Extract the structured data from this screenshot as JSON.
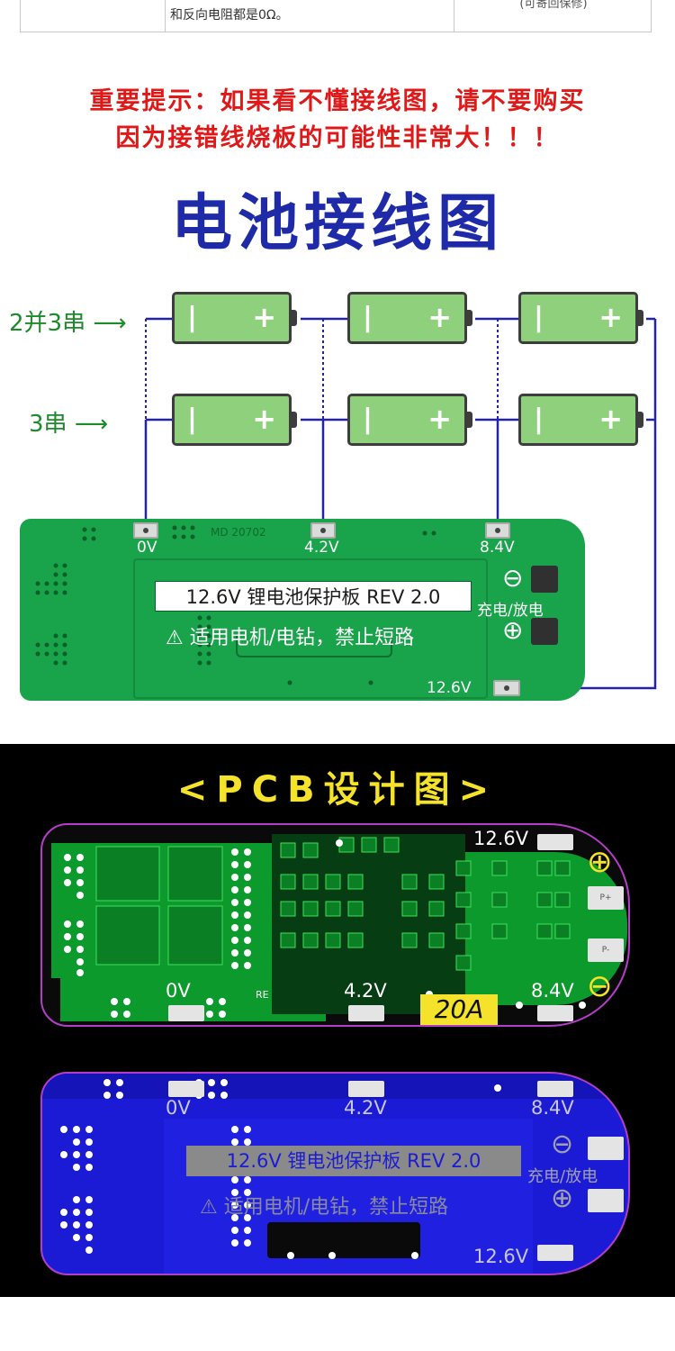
{
  "top_table": {
    "cell_text": "和反向电阻都是0Ω。",
    "right_text": "(可寄回保修)"
  },
  "warning": {
    "line1": "重要提示：如果看不懂接线图，请不要购买",
    "line2": "因为接错线烧板的可能性非常大！！！"
  },
  "diagram": {
    "title": "电池接线图",
    "label_2p3s": "2并3串",
    "label_3s": "3串",
    "arrow": "⟶",
    "battery_neg": "|",
    "battery_pos": "+"
  },
  "board": {
    "pad_0v": "0V",
    "pad_42v": "4.2V",
    "pad_84v": "8.4V",
    "pad_126v": "12.6V",
    "silk_code": "MD 20702",
    "title_box": "12.6V 锂电池保护板 REV 2.0",
    "warning": "⚠ 适用电机/电钻，禁止短路",
    "charge_label": "充电/放电",
    "minus_symbol": "⊖",
    "plus_symbol": "⊕"
  },
  "pcb": {
    "title": "<PCB设计图>",
    "green": {
      "v126": "12.6V",
      "v0": "0V",
      "v42": "4.2V",
      "v84": "8.4V",
      "current": "20A",
      "re": "RE",
      "plus": "⊕",
      "minus": "⊖",
      "pad_p_plus": "P+",
      "pad_p_minus": "P-"
    },
    "blue": {
      "v0": "0V",
      "v42": "4.2V",
      "v84": "8.4V",
      "v126": "12.6V",
      "title_box": "12.6V 锂电池保护板 REV 2.0",
      "warning": "⚠ 适用电机/电钻，禁止短路",
      "charge_label": "充电/放电",
      "minus": "⊖",
      "plus": "⊕"
    }
  },
  "colors": {
    "warning_red": "#e01818",
    "title_blue": "#1e2aa8",
    "battery_green": "#8fd07d",
    "wire_blue": "#2222aa",
    "board_green": "#19a34a",
    "pcb_yellow": "#f5e22a",
    "pcb_blue": "#1b1bd6",
    "outline_purple": "#b53ec9"
  }
}
